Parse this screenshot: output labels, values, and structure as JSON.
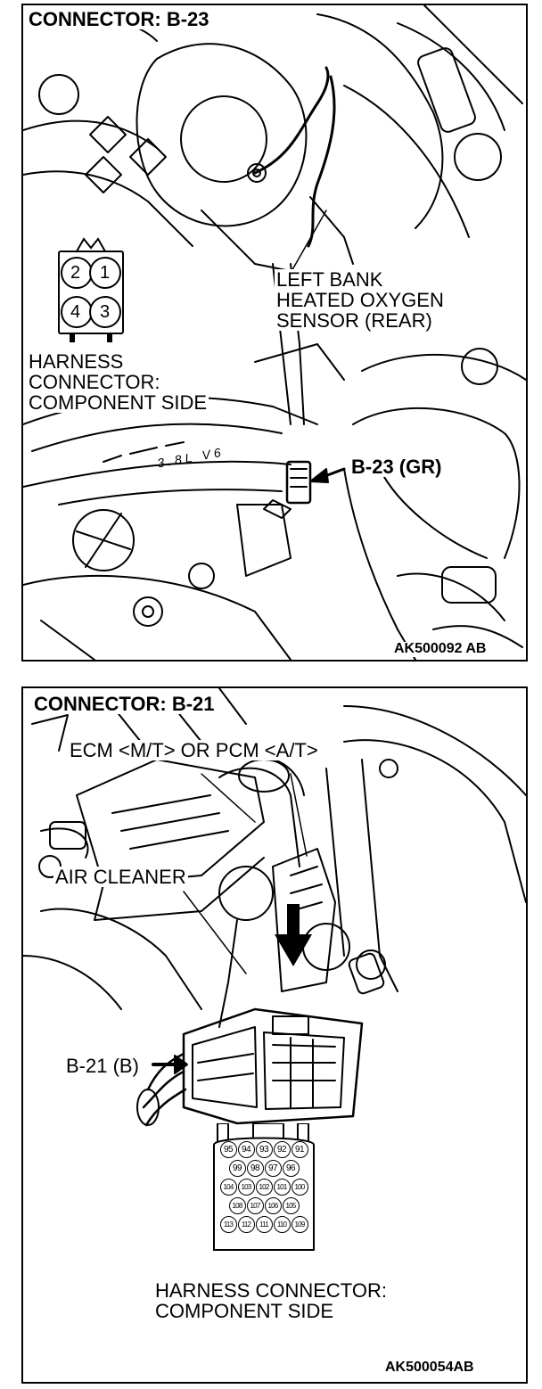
{
  "top": {
    "title": "CONNECTOR: B-23",
    "sensor_label": [
      "LEFT BANK",
      "HEATED OXYGEN",
      "SENSOR (REAR)"
    ],
    "harness_label": [
      "HARNESS",
      "CONNECTOR:",
      "COMPONENT SIDE"
    ],
    "connector_callout": "B-23 (GR)",
    "engine_marking": "3.8L V6",
    "pins": [
      "2",
      "1",
      "4",
      "3"
    ],
    "code": "AK500092 AB"
  },
  "bottom": {
    "title": "CONNECTOR: B-21",
    "ecm_label": "ECM <M/T> OR PCM <A/T>",
    "air_cleaner_label": "AIR CLEANER",
    "connector_callout": "B-21 (B)",
    "harness_label": [
      "HARNESS CONNECTOR:",
      "COMPONENT SIDE"
    ],
    "pin_rows": [
      [
        "95",
        "94",
        "93",
        "92",
        "91"
      ],
      [
        "99",
        "98",
        "97",
        "96"
      ],
      [
        "104",
        "103",
        "102",
        "101",
        "100"
      ],
      [
        "108",
        "107",
        "106",
        "105"
      ],
      [
        "113",
        "112",
        "111",
        "110",
        "109"
      ]
    ],
    "code": "AK500054AB"
  }
}
